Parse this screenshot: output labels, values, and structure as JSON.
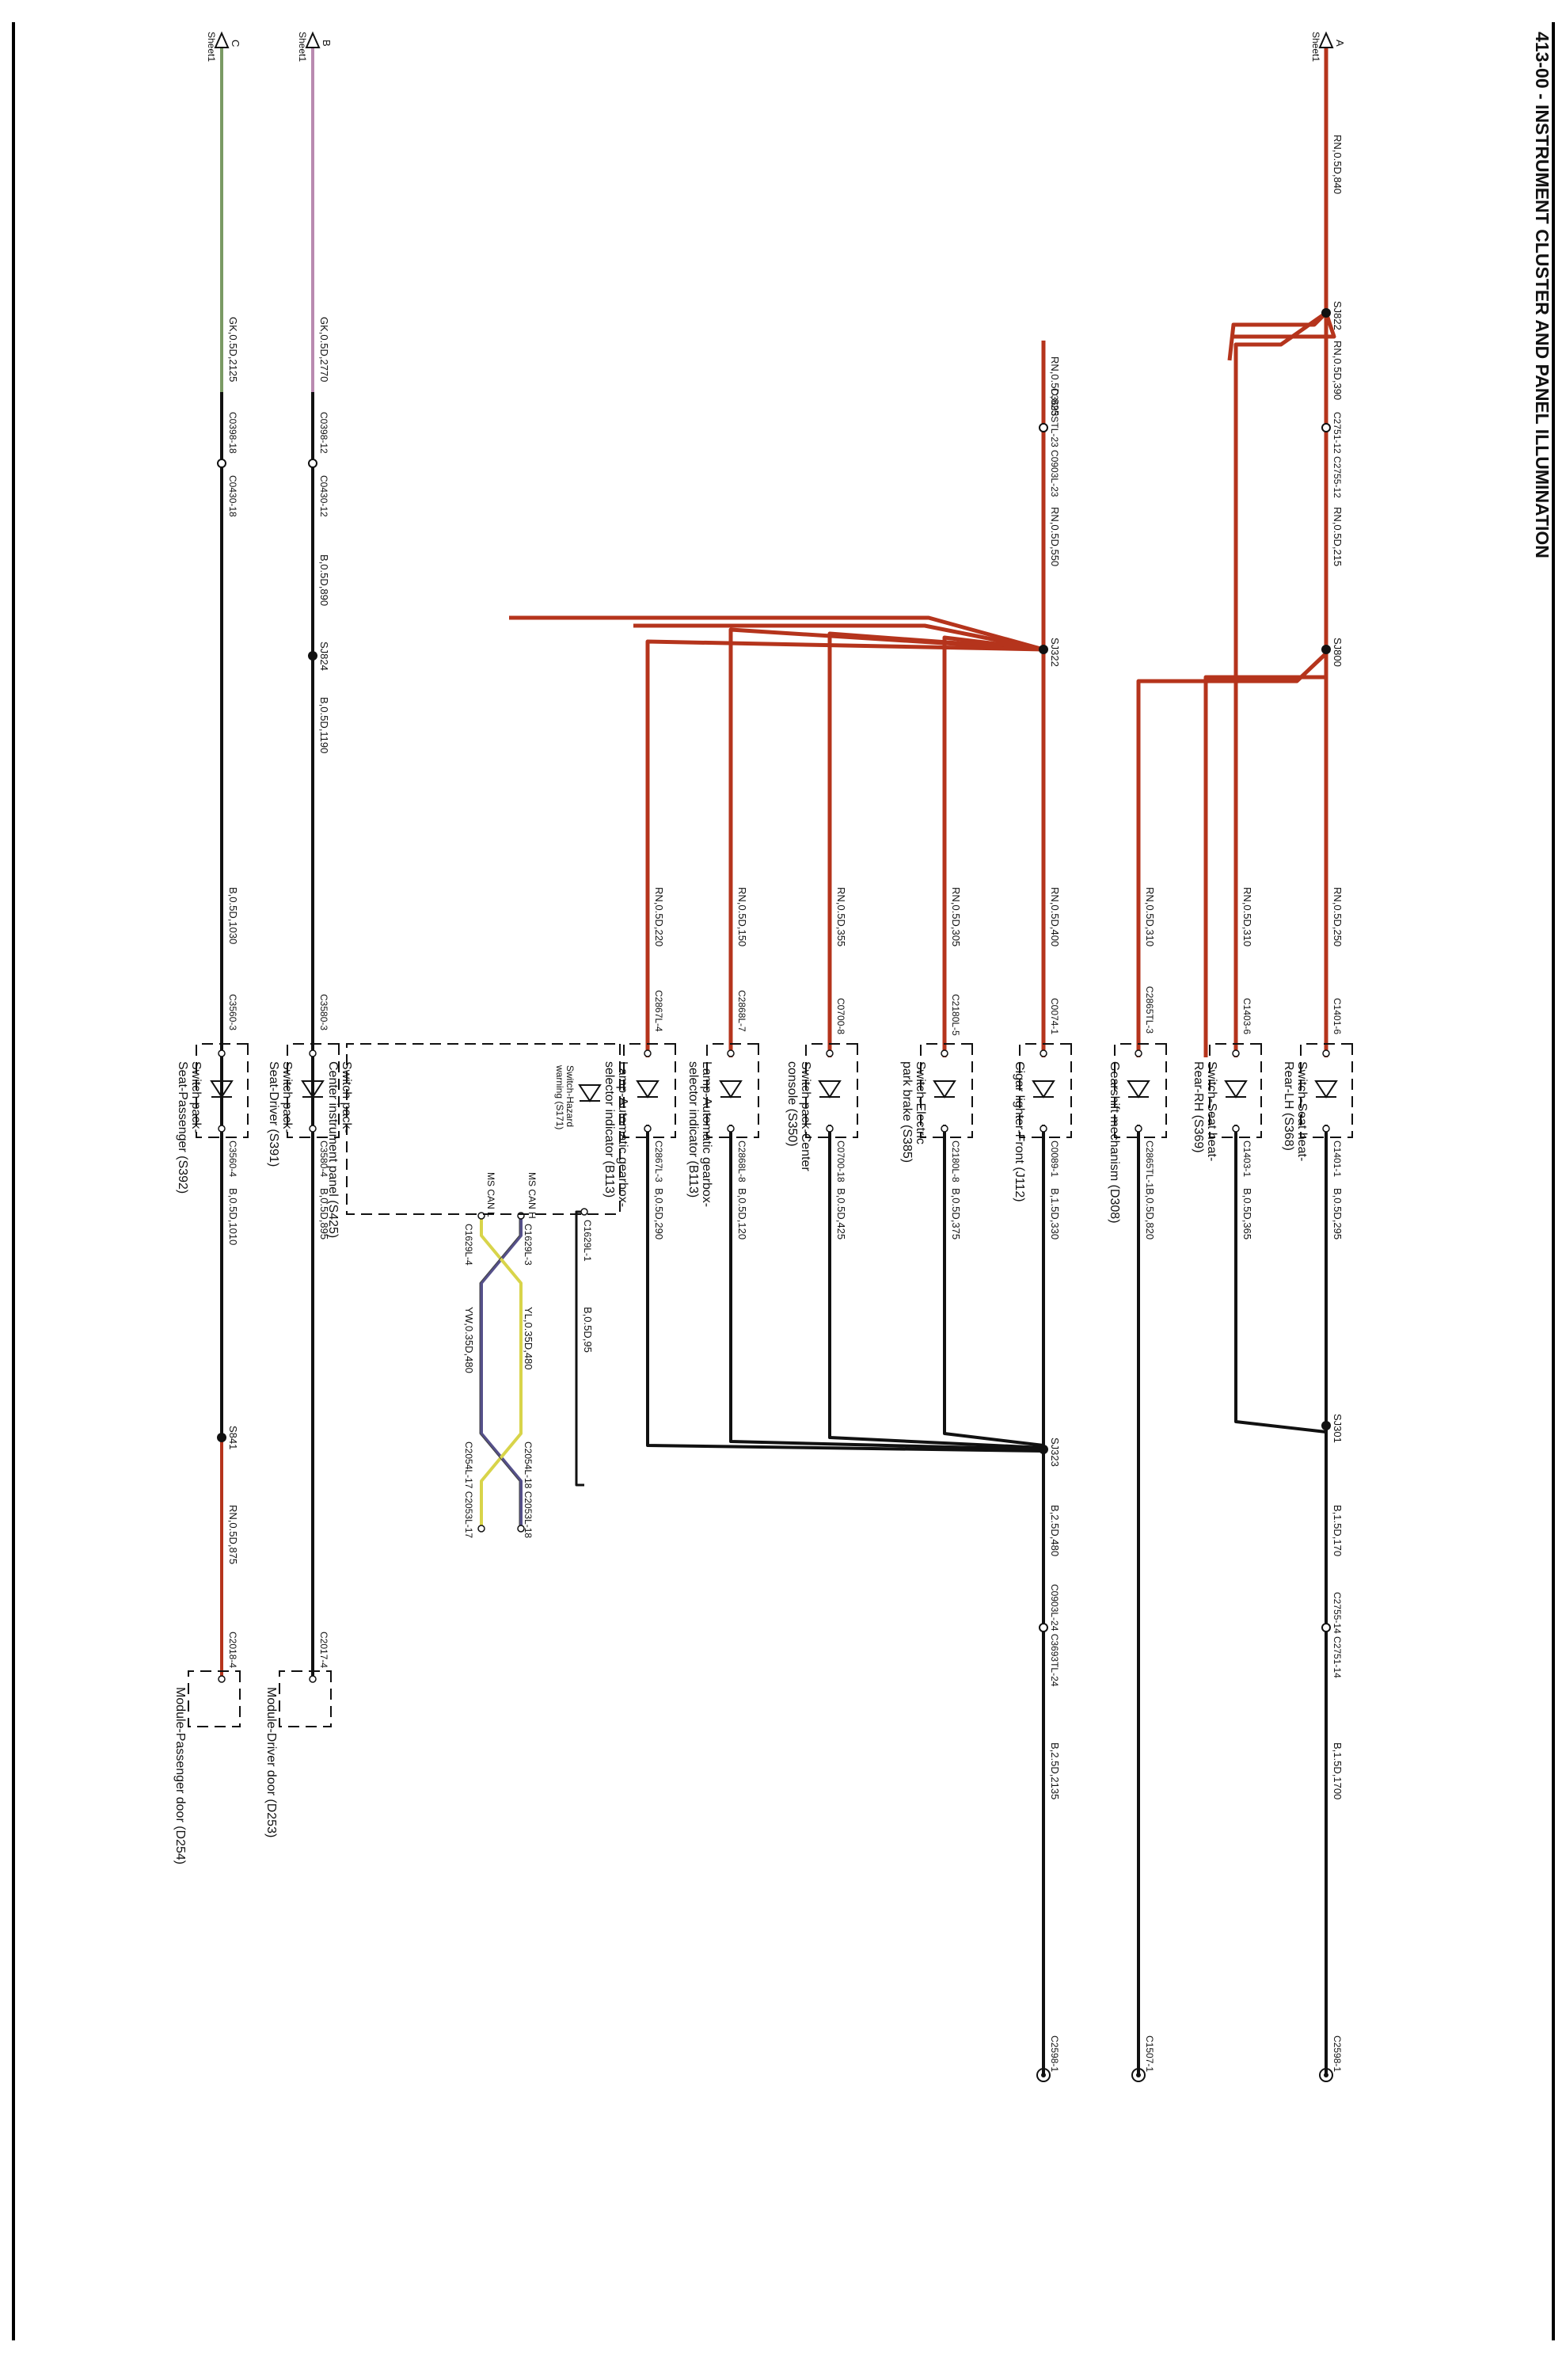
{
  "page": {
    "title": "413-00 - INSTRUMENT CLUSTER AND PANEL ILLUMINATION"
  },
  "colors": {
    "red_wire": "#b5341c",
    "green_wire": "#7a9a64",
    "pink_wire": "#b98ab0",
    "black_wire": "#111111",
    "yellow_wire": "#d8d44a",
    "violet_wire": "#55508a"
  },
  "inputs": {
    "a": {
      "letter": "A",
      "sheet": "Sheet1"
    },
    "b": {
      "letter": "B",
      "sheet": "Sheet1"
    },
    "c": {
      "letter": "C",
      "sheet": "Sheet1"
    }
  },
  "splices": {
    "sj822": "SJ822",
    "sj800": "SJ800",
    "sj322": "SJ322",
    "sj301": "SJ301",
    "sj323": "SJ323",
    "sj824": "SJ824",
    "s841": "S841"
  },
  "wires": {
    "w_rn840": "RN,0.5D,840",
    "w_rn390": "RN,0.5D,390",
    "w_rn825": "RN,0.5D,825",
    "w_rn215": "RN,0.5D,215",
    "w_rn550": "RN,0.5D,550",
    "w_rn250": "RN,0.5D,250",
    "w_rn310a": "RN,0.5D,310",
    "w_rn310b": "RN,0.5D,310",
    "w_rn400": "RN,0.5D,400",
    "w_rn305": "RN,0.5D,305",
    "w_rn355": "RN,0.5D,355",
    "w_rn150": "RN,0.5D,150",
    "w_rn220": "RN,0.5D,220",
    "w_b295": "B,0.5D,295",
    "w_b365": "B,0.5D,365",
    "w_b820": "B,0.5D,820",
    "w_b330": "B,1.5D,330",
    "w_b375": "B,0.5D,375",
    "w_b425": "B,0.5D,425",
    "w_b120": "B,0.5D,120",
    "w_b290": "B,0.5D,290",
    "w_b95": "B,0.5D,95",
    "w_b170": "B,1.5D,170",
    "w_b1700": "B,1.5D,1700",
    "w_b480": "B,2.5D,480",
    "w_b2135": "B,2.5D,2135",
    "w_yl480": "YL,0.35D,480",
    "w_yw480": "YW,0.35D,480",
    "w_gk2770": "GK,0.5D,2770",
    "w_gk2125": "GK,0.5D,2125",
    "w_b890": "B,0.5D,890",
    "w_b1190": "B,0.5D,1190",
    "w_b1030": "B,0.5D,1030",
    "w_b895": "B,0.5D,895",
    "w_b1010": "B,0.5D,1010",
    "w_rn875": "RN,0.5D,875"
  },
  "connectors": {
    "c_2751_12": "C2751-12 C2755-12",
    "c_2755_14": "C2755-14 C2751-14",
    "c_3693": "C3693STL-23 C0903L-23",
    "c_0903_24": "C0903L-24 C3693TL-24",
    "c_1401_6": "C1401-6",
    "c_1401_1": "C1401-1",
    "c_1403_6": "C1403-6",
    "c_1403_1": "C1403-1",
    "c_2865_3": "C2865TL-3",
    "c_2865_1": "C2865TL-1",
    "c_0074_1": "C0074-1",
    "c_0089_1": "C0089-1",
    "c_2180_5": "C2180L-5",
    "c_2180_8": "C2180L-8",
    "c_0700_8": "C0700-8",
    "c_0700_18": "C0700-18",
    "c_2868_7": "C2868L-7",
    "c_2868_8": "C2868L-8",
    "c_2867_4": "C2867L-4",
    "c_2867_3": "C2867L-3",
    "c_1629_1": "C1629L-1",
    "c_1629_3": "C1629L-3",
    "c_1629_4": "C1629L-4",
    "c_2054_18": "C2054L-18 C2053L-18",
    "c_2054_17": "C2054L-17 C2053L-17",
    "c_2598_1a": "C2598-1",
    "c_1507_1": "C1507-1",
    "c_2598_1b": "C2598-1",
    "c_0398_12": "C0398-12",
    "c_0430_12": "C0430-12",
    "c_0398_18": "C0398-18",
    "c_0430_18": "C0430-18",
    "c_3580_3": "C3580-3",
    "c_3580_4a": "C3580-4",
    "c_3560_3": "C3560-3",
    "c_3560_4b": "C3560-4",
    "c_2017_4": "C2017-4",
    "c_2018_4": "C2018-4"
  },
  "components": {
    "seat_lh": [
      "Switch-Seat heat-",
      "Rear-LH (S368)"
    ],
    "seat_rh": [
      "Switch-Seat heat-",
      "Rear-RH (S369)"
    ],
    "gearshift": [
      "Gearshift mechanism (D308)"
    ],
    "cigar": [
      "Cigar lighter-Front (J112)"
    ],
    "epb": [
      "Switch-Electric",
      "park brake (S385)"
    ],
    "center_console": [
      "Switch pack-Center",
      "console (S350)"
    ],
    "lamp_gear_1": [
      "Lamp-Automatic gearbox-",
      "selector indicator (B113)"
    ],
    "lamp_gear_2": [
      "Lamp-Automatic gearbox-",
      "selector indicator (B113)"
    ],
    "center_ip": [
      "Switch pack-",
      "Center instrument panel (S425)"
    ],
    "hazard": [
      "Switch-Hazard",
      "warning (S171)"
    ],
    "ms_can_h": "MS CAN H",
    "ms_can_l": "MS CAN L",
    "seat_driver": [
      "Switch pack-",
      "Seat-Driver (S391)"
    ],
    "seat_pass": [
      "Switch pack-",
      "Seat-Passenger (S392)"
    ],
    "mod_driver": "Module-Driver door (D253)",
    "mod_pass": "Module-Passenger door (D254)"
  }
}
